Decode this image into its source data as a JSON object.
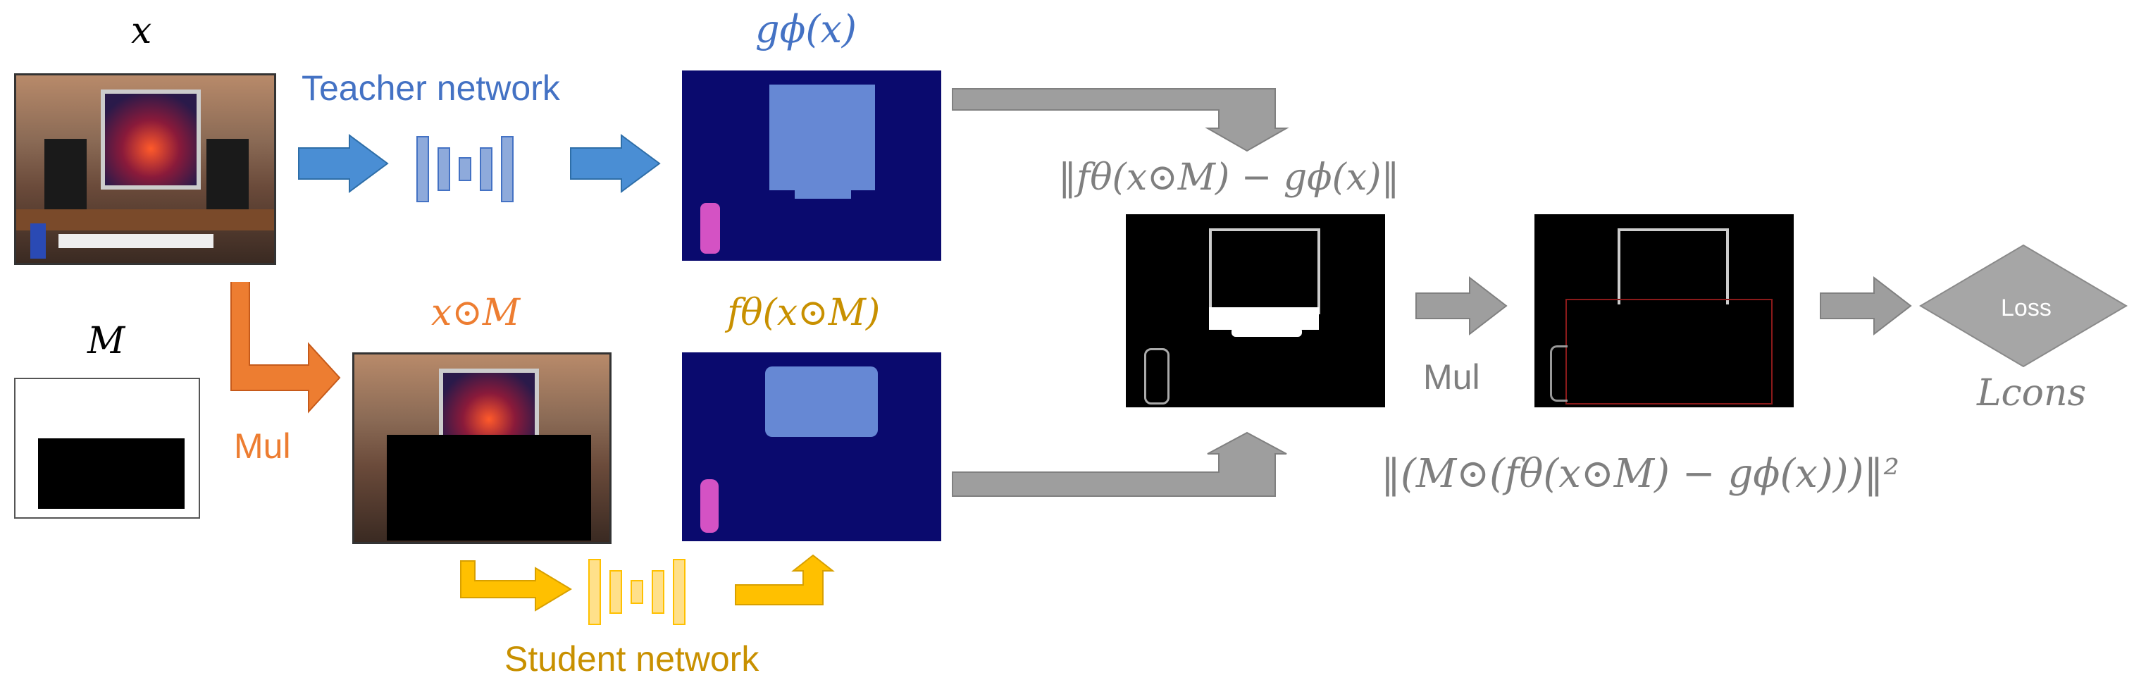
{
  "labels": {
    "x": "x",
    "M": "M",
    "g_phi_x": "gϕ(x)",
    "x_odot_M": "x⊙M",
    "f_theta_x_odot_M": "fθ(x⊙M)",
    "teacher": "Teacher network",
    "student": "Student network",
    "mul_left": "Mul",
    "mul_right": "Mul",
    "diff_norm": "‖fθ(x⊙M) − gϕ(x)‖",
    "masked_norm": "‖(M⊙(fθ(x⊙M) − gϕ(x)))‖²",
    "loss": "Loss",
    "l_cons": "Lcons"
  },
  "colors": {
    "teacher": "#4472c4",
    "mul": "#ed7d31",
    "student": "#ffc000",
    "grey_arrow": "#9e9e9e",
    "seg_bg": "#0a0a6e",
    "seg_monitor": "#6688d4",
    "seg_bottle": "#d452c4"
  }
}
